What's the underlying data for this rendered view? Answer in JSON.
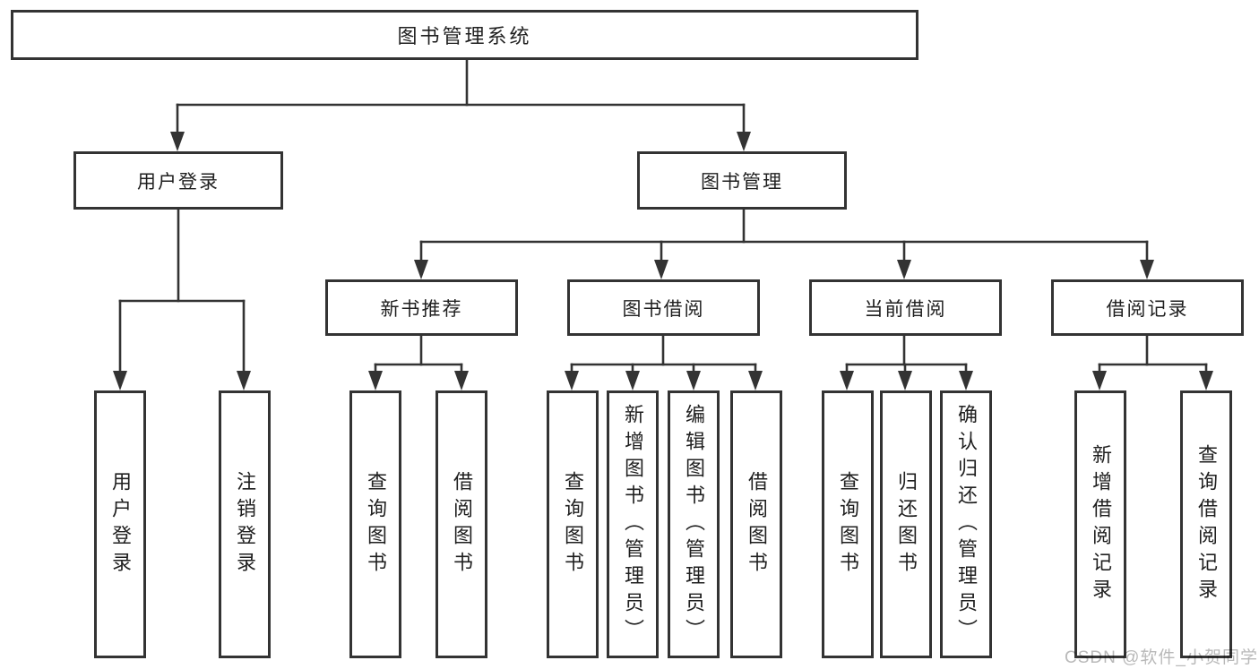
{
  "root": {
    "label": "图书管理系统"
  },
  "level2": {
    "user_login": {
      "label": "用户登录"
    },
    "book_management": {
      "label": "图书管理"
    }
  },
  "level3": {
    "new_book_recommend": {
      "label": "新书推荐"
    },
    "book_borrow": {
      "label": "图书借阅"
    },
    "current_borrow": {
      "label": "当前借阅"
    },
    "borrow_records": {
      "label": "借阅记录"
    }
  },
  "leaves": {
    "user_login": {
      "label": "用户登录"
    },
    "logout": {
      "label": "注销登录"
    },
    "recommend_query_books": {
      "label": "查询图书"
    },
    "recommend_borrow_books": {
      "label": "借阅图书"
    },
    "borrow_query_books": {
      "label": "查询图书"
    },
    "borrow_add_books_admin": {
      "label": "新增图书（管理员）"
    },
    "borrow_edit_books_admin": {
      "label": "编辑图书（管理员）"
    },
    "borrow_borrow_books": {
      "label": "借阅图书"
    },
    "current_query_books": {
      "label": "查询图书"
    },
    "current_return_books": {
      "label": "归还图书"
    },
    "current_confirm_return_admin": {
      "label": "确认归还（管理员）"
    },
    "records_add_record": {
      "label": "新增借阅记录"
    },
    "records_query_record": {
      "label": "查询借阅记录"
    }
  },
  "watermark": {
    "text": "CSDN @软件_小贺同学"
  },
  "colors": {
    "background": "#ffffff",
    "line": "#333333",
    "box_border": "#333333",
    "text": "#1f1f1f",
    "watermark": "#b9b9b9"
  }
}
